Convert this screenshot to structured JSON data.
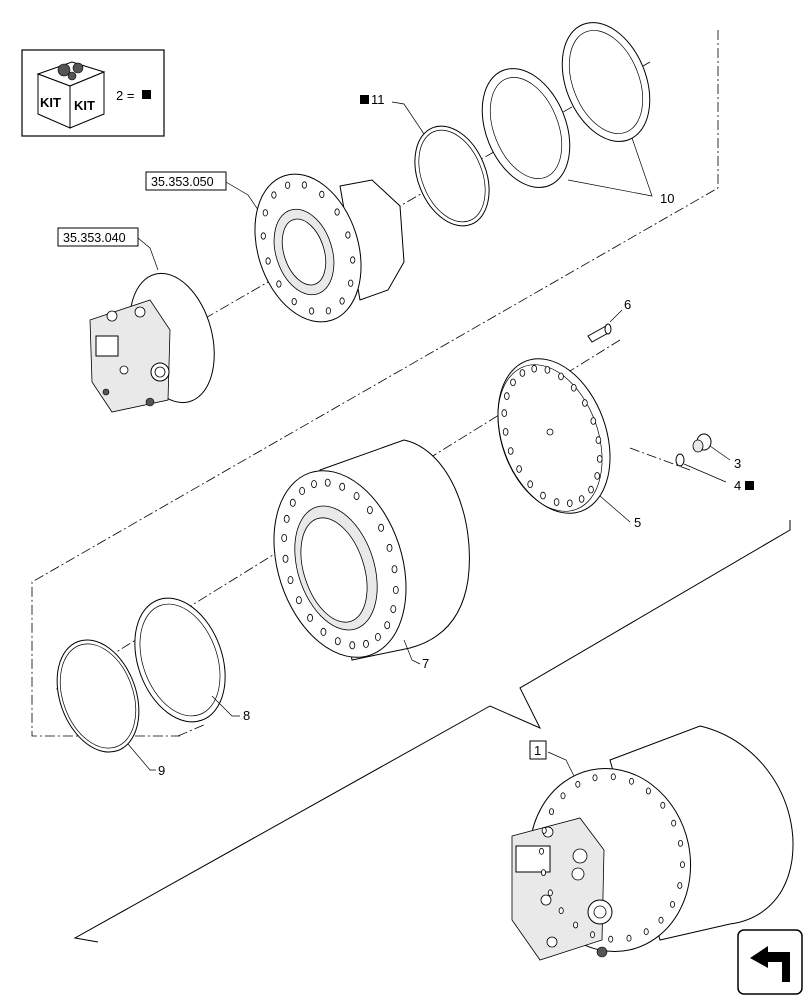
{
  "kit_legend": {
    "kit_icon_text_left": "KIT",
    "kit_icon_text_right": "KIT",
    "legend_text": "2 ="
  },
  "reference_boxes": [
    {
      "id": "ref-35-353-050",
      "label": "35.353.050"
    },
    {
      "id": "ref-35-353-040",
      "label": "35.353.040"
    }
  ],
  "callouts": {
    "c1": "1",
    "c3": "3",
    "c4": "4",
    "c5": "5",
    "c6": "6",
    "c7": "7",
    "c8": "8",
    "c9": "9",
    "c10": "10",
    "c11": "11"
  },
  "kit_marker_parts": [
    "4",
    "11"
  ],
  "nav_icon": "back-arrow-icon"
}
